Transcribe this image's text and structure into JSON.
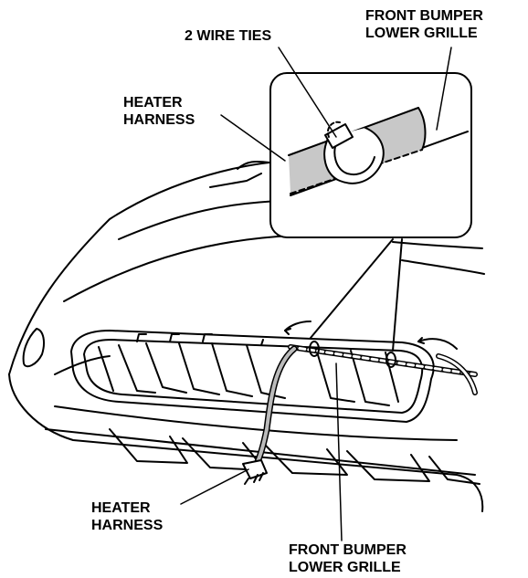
{
  "labels": {
    "wire_ties": "2 WIRE TIES",
    "grille_top_line1": "FRONT BUMPER",
    "grille_top_line2": "LOWER GRILLE",
    "harness_top_line1": "HEATER",
    "harness_top_line2": "HARNESS",
    "harness_bottom_line1": "HEATER",
    "harness_bottom_line2": "HARNESS",
    "grille_bottom_line1": "FRONT BUMPER",
    "grille_bottom_line2": "LOWER GRILLE"
  }
}
